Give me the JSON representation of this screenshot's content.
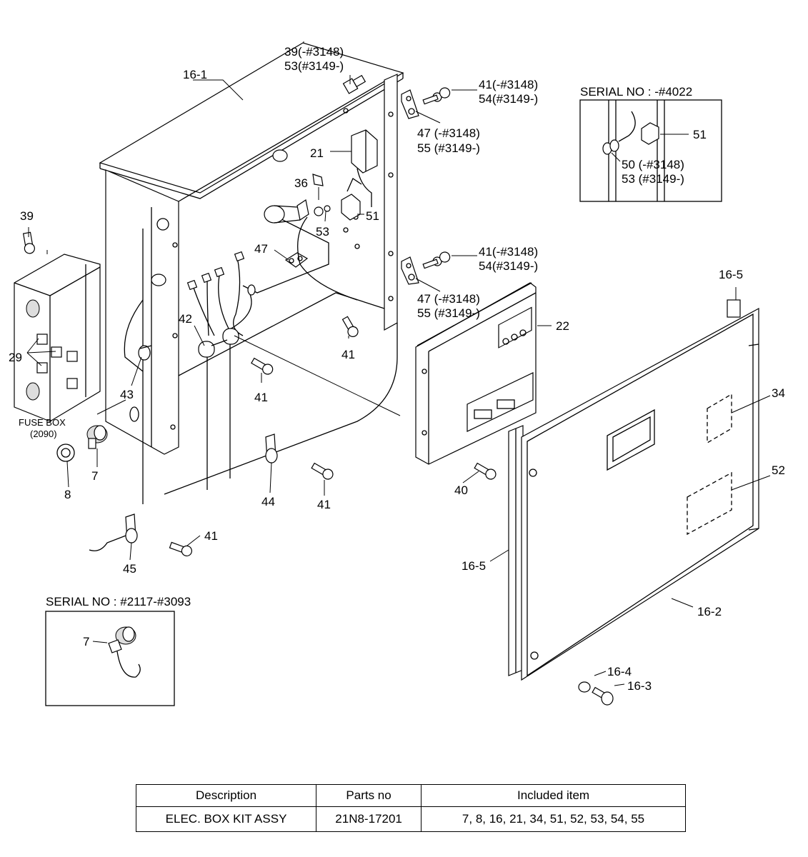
{
  "labels": {
    "l_16_1": "16-1",
    "l_39a_1": "39(-#3148)",
    "l_39a_2": "53(#3149-)",
    "l_41a_1": "41(-#3148)",
    "l_41a_2": "54(#3149-)",
    "l_47a_1": "47 (-#3148)",
    "l_47a_2": "55 (#3149-)",
    "l_21": "21",
    "l_36": "36",
    "l_51": "51",
    "l_53": "53",
    "l_47b": "47",
    "l_41b_1": "41(-#3148)",
    "l_41b_2": "54(#3149-)",
    "l_47c_1": "47 (-#3148)",
    "l_47c_2": "55 (#3149-)",
    "l_39": "39",
    "l_29": "29",
    "l_42": "42",
    "l_43": "43",
    "l_41c": "41",
    "l_41d": "41",
    "l_22": "22",
    "l_16_5a": "16-5",
    "l_34": "34",
    "l_52": "52",
    "l_fuse_1": "FUSE BOX",
    "l_fuse_2": "(2090)",
    "l_7": "7",
    "l_8": "8",
    "l_44": "44",
    "l_41e": "41",
    "l_40": "40",
    "l_41f": "41",
    "l_45": "45",
    "l_16_5b": "16-5",
    "l_16_2": "16-2",
    "l_16_4": "16-4",
    "l_16_3": "16-3"
  },
  "insets": {
    "top_right": {
      "title": "SERIAL NO : -#4022",
      "label_51": "51",
      "label_50_1": "50 (-#3148)",
      "label_50_2": "53 (#3149-)"
    },
    "bottom_left": {
      "title": "SERIAL NO : #2117-#3093",
      "label_7": "7"
    }
  },
  "table": {
    "headers": [
      "Description",
      "Parts no",
      "Included item"
    ],
    "rows": [
      [
        "ELEC. BOX KIT ASSY",
        "21N8-17201",
        "7, 8, 16, 21, 34, 51, 52, 53, 54, 55"
      ]
    ]
  }
}
